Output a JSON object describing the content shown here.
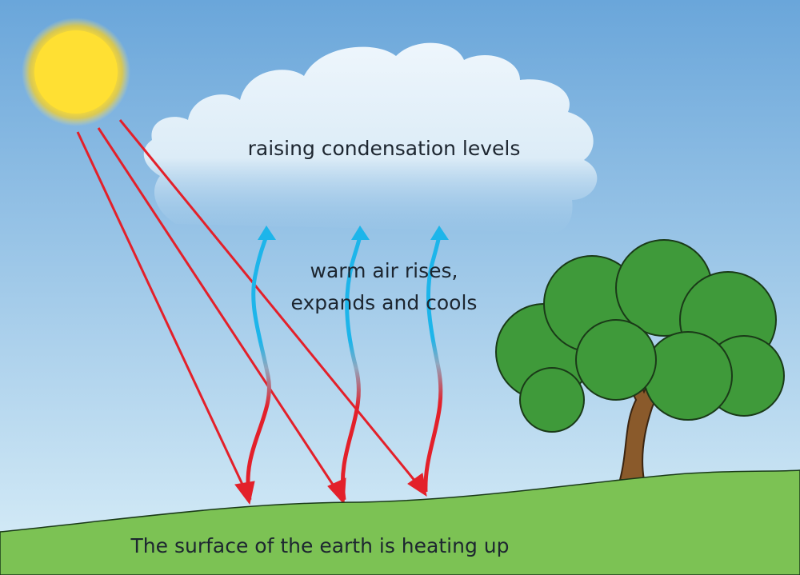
{
  "labels": {
    "cloud": "raising condensation levels",
    "air_line1": "warm air rises,",
    "air_line2": "expands and cools",
    "ground": "The surface of the earth is heating up"
  },
  "colors": {
    "sky_top": "#6aa6da",
    "sky_bottom": "#d9eef8",
    "sun": "#ffe033",
    "ray": "#e3202a",
    "cool_air": "#1db5ea",
    "grass": "#7cc254",
    "tree_leaves": "#3f9a3a",
    "trunk": "#8a5a2b"
  },
  "icons": [
    "sun-icon",
    "cloud-icon",
    "tree-icon"
  ]
}
